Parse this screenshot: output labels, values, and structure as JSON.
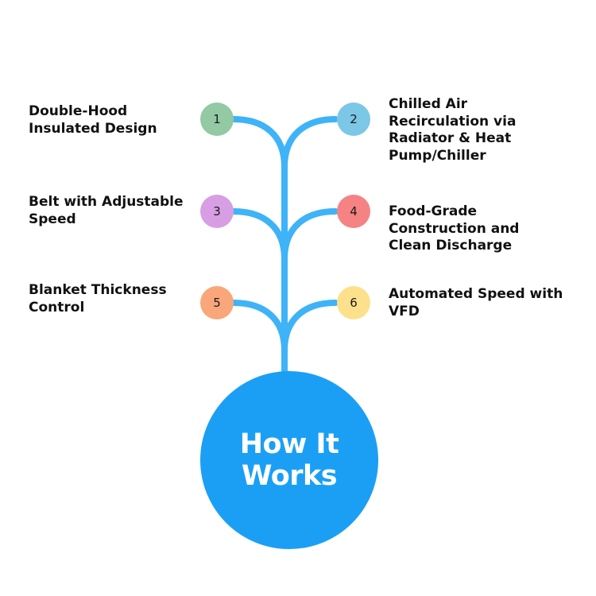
{
  "colors": {
    "stem": "#3fb3f7",
    "hub": "#1b9ff5",
    "hub_text": "#ffffff"
  },
  "hub": {
    "title": "How It\nWorks"
  },
  "steps": [
    {
      "number": "1",
      "label": "Double-Hood\nInsulated Design",
      "color": "#93c9a3"
    },
    {
      "number": "2",
      "label": "Chilled Air\nRecirculation via\nRadiator & Heat\nPump/Chiller",
      "color": "#7cc7e6"
    },
    {
      "number": "3",
      "label": "Belt with Adjustable\nSpeed",
      "color": "#d89ee3"
    },
    {
      "number": "4",
      "label": "Food-Grade\nConstruction and\nClean Discharge",
      "color": "#f58383"
    },
    {
      "number": "5",
      "label": "Blanket Thickness\nControl",
      "color": "#f9a67a"
    },
    {
      "number": "6",
      "label": "Automated Speed with\nVFD",
      "color": "#fde08c"
    }
  ]
}
